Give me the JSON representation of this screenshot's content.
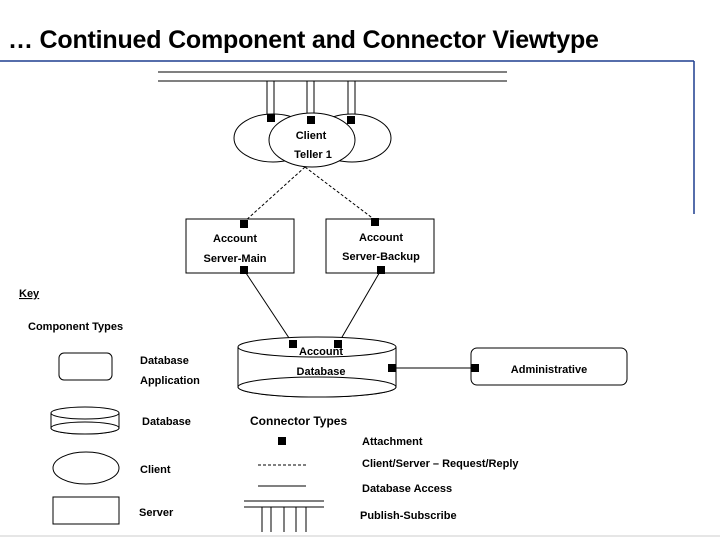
{
  "title": "… Continued Component and Connector Viewtype",
  "components": {
    "client": {
      "line1": "Client",
      "line2": "Teller 1"
    },
    "server_main": {
      "line1": "Account",
      "line2": "Server-Main"
    },
    "server_backup": {
      "line1": "Account",
      "line2": "Server-Backup"
    },
    "database": {
      "line1": "Account",
      "line2": "Database"
    },
    "administrative": {
      "label": "Administrative"
    }
  },
  "key": {
    "heading": "Key",
    "component_types_heading": "Component Types",
    "component_types": {
      "database_application": {
        "line1": "Database",
        "line2": "Application"
      },
      "database": "Database",
      "client": "Client",
      "server": "Server"
    },
    "connector_types_heading": "Connector Types",
    "connector_types": {
      "attachment": "Attachment",
      "client_server": "Client/Server – Request/Reply",
      "database_access": "Database Access",
      "publish_subscribe": "Publish-Subscribe"
    }
  },
  "colors": {
    "frame_line": "#1f3f8f",
    "stroke": "#000000",
    "fill": "#ffffff"
  }
}
